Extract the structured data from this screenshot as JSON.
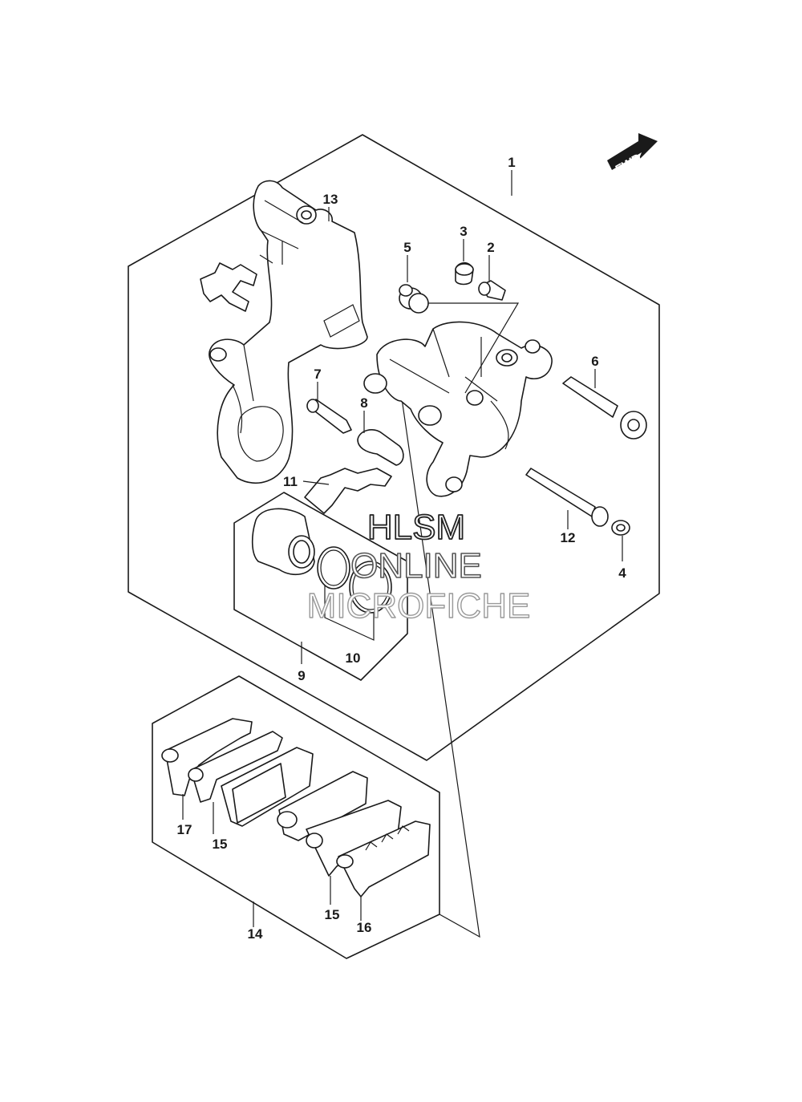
{
  "fwd_label": "FWD",
  "callouts": {
    "c1": "1",
    "c2": "2",
    "c3": "3",
    "c4": "4",
    "c5": "5",
    "c6": "6",
    "c7": "7",
    "c8": "8",
    "c9": "9",
    "c10": "10",
    "c11": "11",
    "c12": "12",
    "c13": "13",
    "c14": "14",
    "c15a": "15",
    "c15b": "15",
    "c16": "16",
    "c17": "17"
  },
  "watermark": {
    "line1": "HLSM",
    "line2": "ONLINE",
    "line3": "MICROFICHE"
  }
}
